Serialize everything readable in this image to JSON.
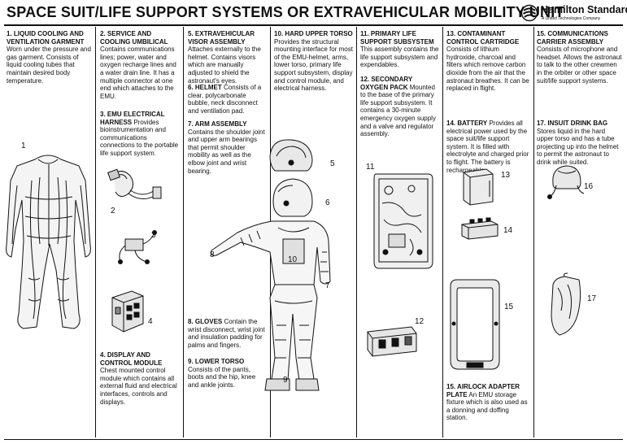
{
  "title": "SPACE SUIT/LIFE SUPPORT SYSTEMS OR EXTRAVEHICULAR MOBILITY UNIT",
  "logo": {
    "name": "Hamilton Standard",
    "tagline": "A United Technologies Company"
  },
  "components": [
    {
      "number": "1",
      "heading": "1. LIQUID COOLING AND VENTILATION GARMENT",
      "text": "Worn under the pressure and gas garment. Consists of liquid cooling tubes that maintain desired body temperature."
    },
    {
      "number": "2",
      "heading": "2. SERVICE AND COOLING UMBILICAL",
      "text": "Contains communications lines; power, water and oxygen recharge lines and a water drain line. It has a multiple connector at one end which attaches to the EMU."
    },
    {
      "number": "3",
      "heading": "3. EMU ELECTRICAL HARNESS",
      "text": "Provides bioinstrumentation and communications connections to the portable life support system."
    },
    {
      "number": "4",
      "heading": "4. DISPLAY AND CONTROL MODULE",
      "text": "Chest mounted control module which contains all external fluid and electrical interfaces, controls and displays."
    },
    {
      "number": "5",
      "heading": "5. EXTRAVEHICULAR VISOR ASSEMBLY",
      "text": "Attaches externally to the helmet. Contains visors which are manually adjusted to shield the astronaut's eyes."
    },
    {
      "number": "6",
      "heading": "6. HELMET",
      "text": "Consists of a clear, polycarbonate bubble, neck disconnect and ventilation pad."
    },
    {
      "number": "7",
      "heading": "7. ARM ASSEMBLY",
      "text": "Contains the shoulder joint and upper arm bearings that permit shoulder mobility as well as the elbow joint and wrist bearing."
    },
    {
      "number": "8",
      "heading": "8. GLOVES",
      "text": "Contain the wrist disconnect, wrist joint and insulation padding for palms and fingers."
    },
    {
      "number": "9",
      "heading": "9. LOWER TORSO",
      "text": "Consists of the pants, boots and the hip, knee and ankle joints."
    },
    {
      "number": "10",
      "heading": "10. HARD UPPER TORSO",
      "text": "Provides the structural mounting interface for most of the EMU-helmet, arms, lower torso, primary life support subsystem, display and control module, and electrical harness."
    },
    {
      "number": "11",
      "heading": "11. PRIMARY LIFE SUPPORT SUBSYSTEM",
      "text": "This assembly contains the life support subsystem and expendables."
    },
    {
      "number": "12",
      "heading": "12. SECONDARY OXYGEN PACK",
      "text": "Mounted to the base of the primary life support subsystem. It contains a 30-minute emergency oxygen supply and a valve and regulator assembly."
    },
    {
      "number": "13",
      "heading": "13. CONTAMINANT CONTROL CARTRIDGE",
      "text": "Consists of lithium hydroxide, charcoal and filters which remove carbon dioxide from the air that the astronaut breathes. It can be replaced in flight."
    },
    {
      "number": "14",
      "heading": "14. BATTERY",
      "text": "Provides all electrical power used by the space suit/life support system. It is filled with electrolyte and charged prior to flight. The battery is rechargeable."
    },
    {
      "number": "15",
      "heading": "15. AIRLOCK ADAPTER PLATE",
      "text": "An EMU storage fixture which is also used as a donning and doffing station."
    },
    {
      "number": "16",
      "heading": "15. COMMUNICATIONS CARRIER ASSEMBLY",
      "text": "Consists of microphone and headset. Allows the astronaut to talk to the other crewmen in the orbiter or other space suit/life support systems."
    },
    {
      "number": "17",
      "heading": "17. INSUIT DRINK BAG",
      "text": "Stores liquid in the hard upper torso and has a tube projecting up into the helmet to permit the astronaut to drink while suited."
    }
  ]
}
